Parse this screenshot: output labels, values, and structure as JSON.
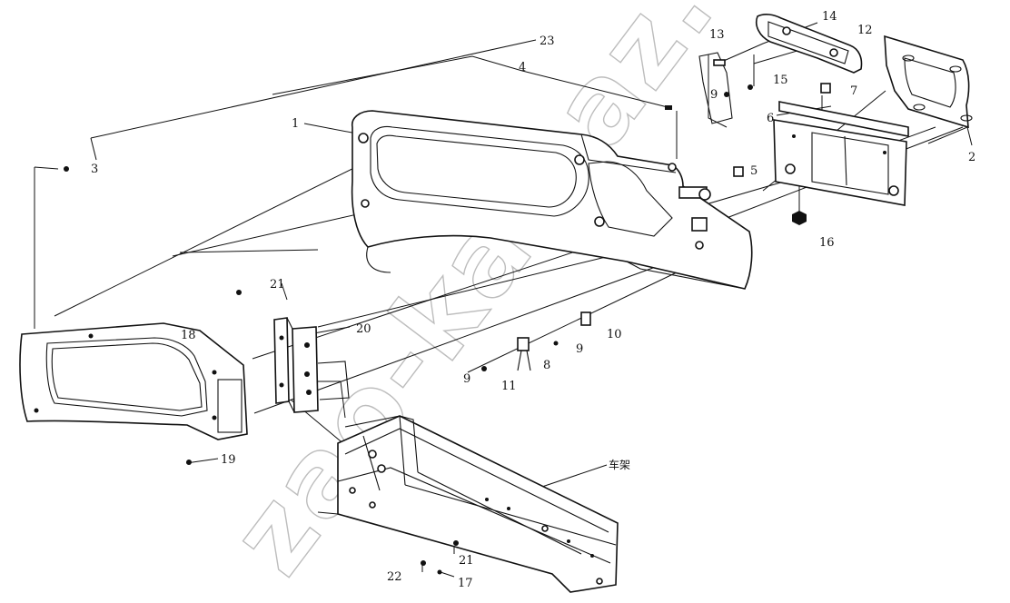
{
  "watermark": "zao-kamaz.ru",
  "labels": {
    "l1": "1",
    "l2": "2",
    "l3": "3",
    "l4": "4",
    "l5": "5",
    "l6": "6",
    "l7": "7",
    "l8": "8",
    "l9a": "9",
    "l9b": "9",
    "l9c": "9",
    "l10": "10",
    "l11": "11",
    "l12": "12",
    "l13": "13",
    "l14": "14",
    "l15": "15",
    "l16": "16",
    "l17": "17",
    "l18": "18",
    "l19": "19",
    "l20": "20",
    "l21a": "21",
    "l21b": "21",
    "l22": "22",
    "l23": "23",
    "frame": "车架"
  }
}
